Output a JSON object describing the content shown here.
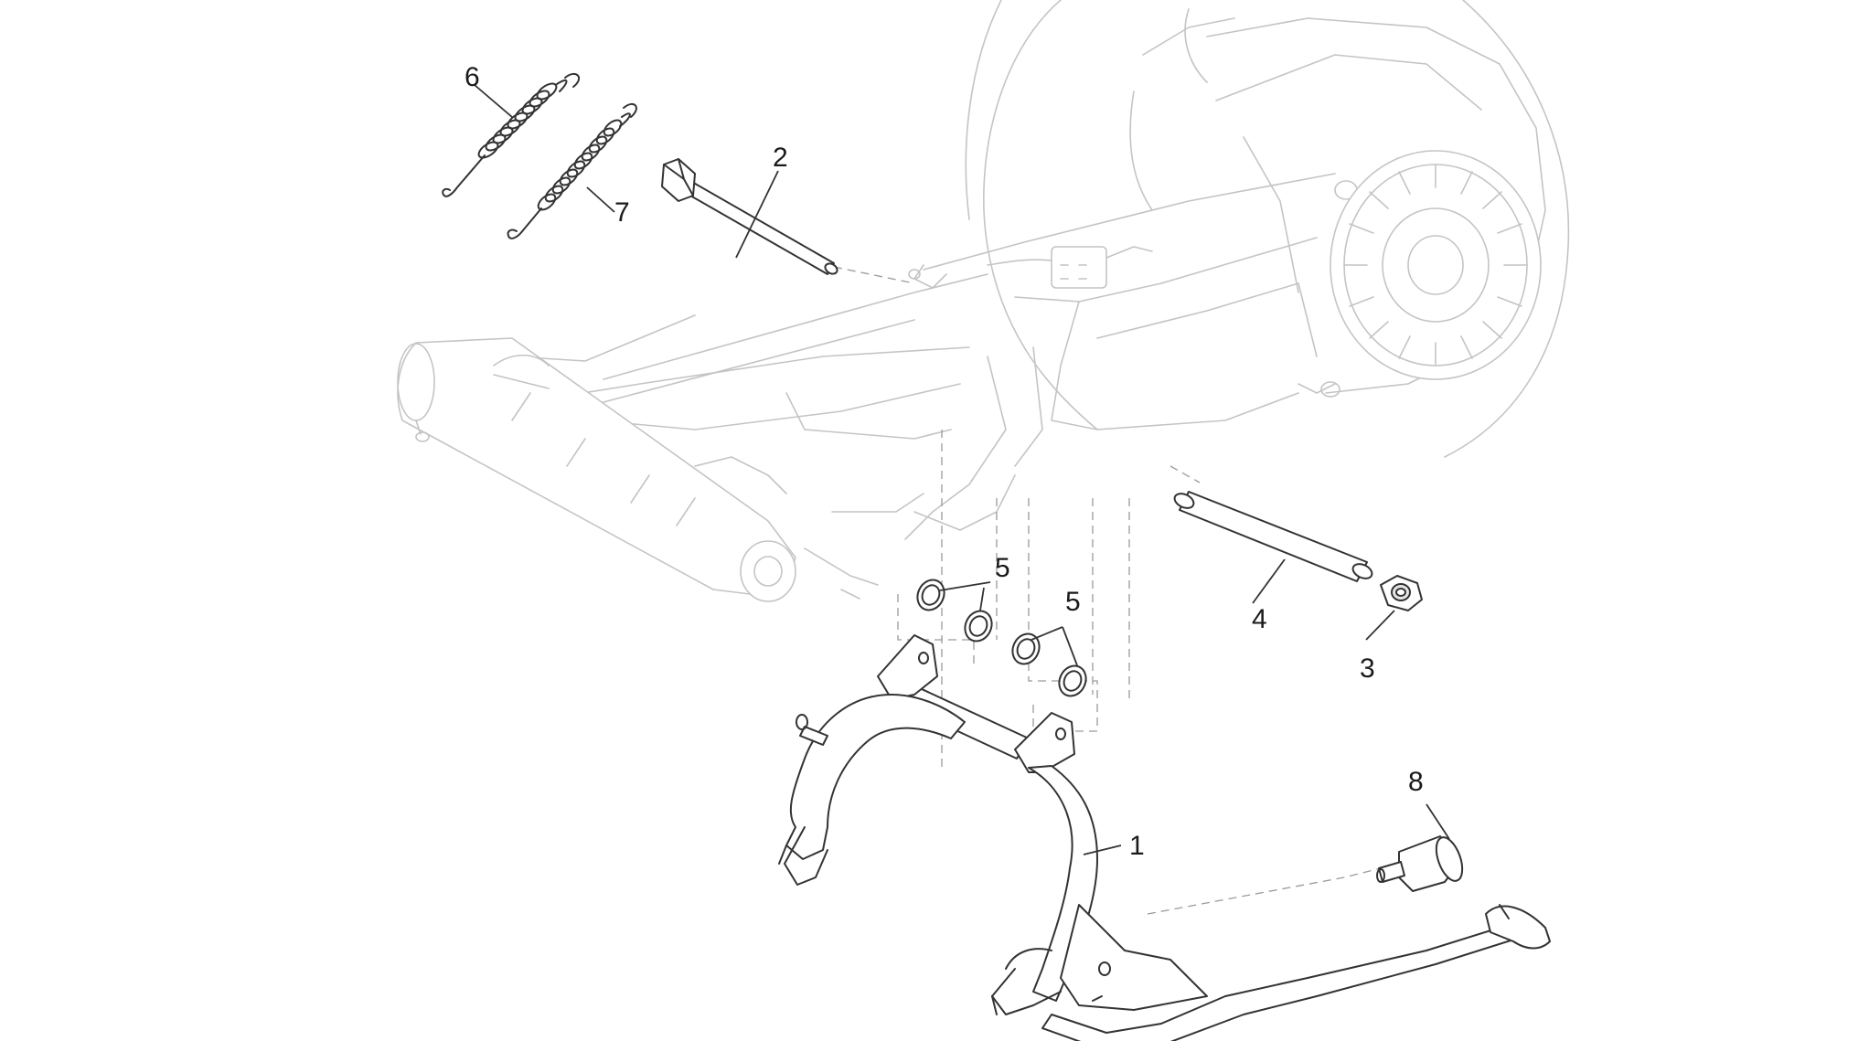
{
  "callouts": [
    {
      "id": "stand",
      "label": "1"
    },
    {
      "id": "bolt",
      "label": "2"
    },
    {
      "id": "nut",
      "label": "3"
    },
    {
      "id": "spacer-tube",
      "label": "4"
    },
    {
      "id": "washer-left",
      "label": "5"
    },
    {
      "id": "washer-right",
      "label": "5"
    },
    {
      "id": "spring-a",
      "label": "6"
    },
    {
      "id": "spring-b",
      "label": "7"
    },
    {
      "id": "rubber-buffer",
      "label": "8"
    }
  ]
}
